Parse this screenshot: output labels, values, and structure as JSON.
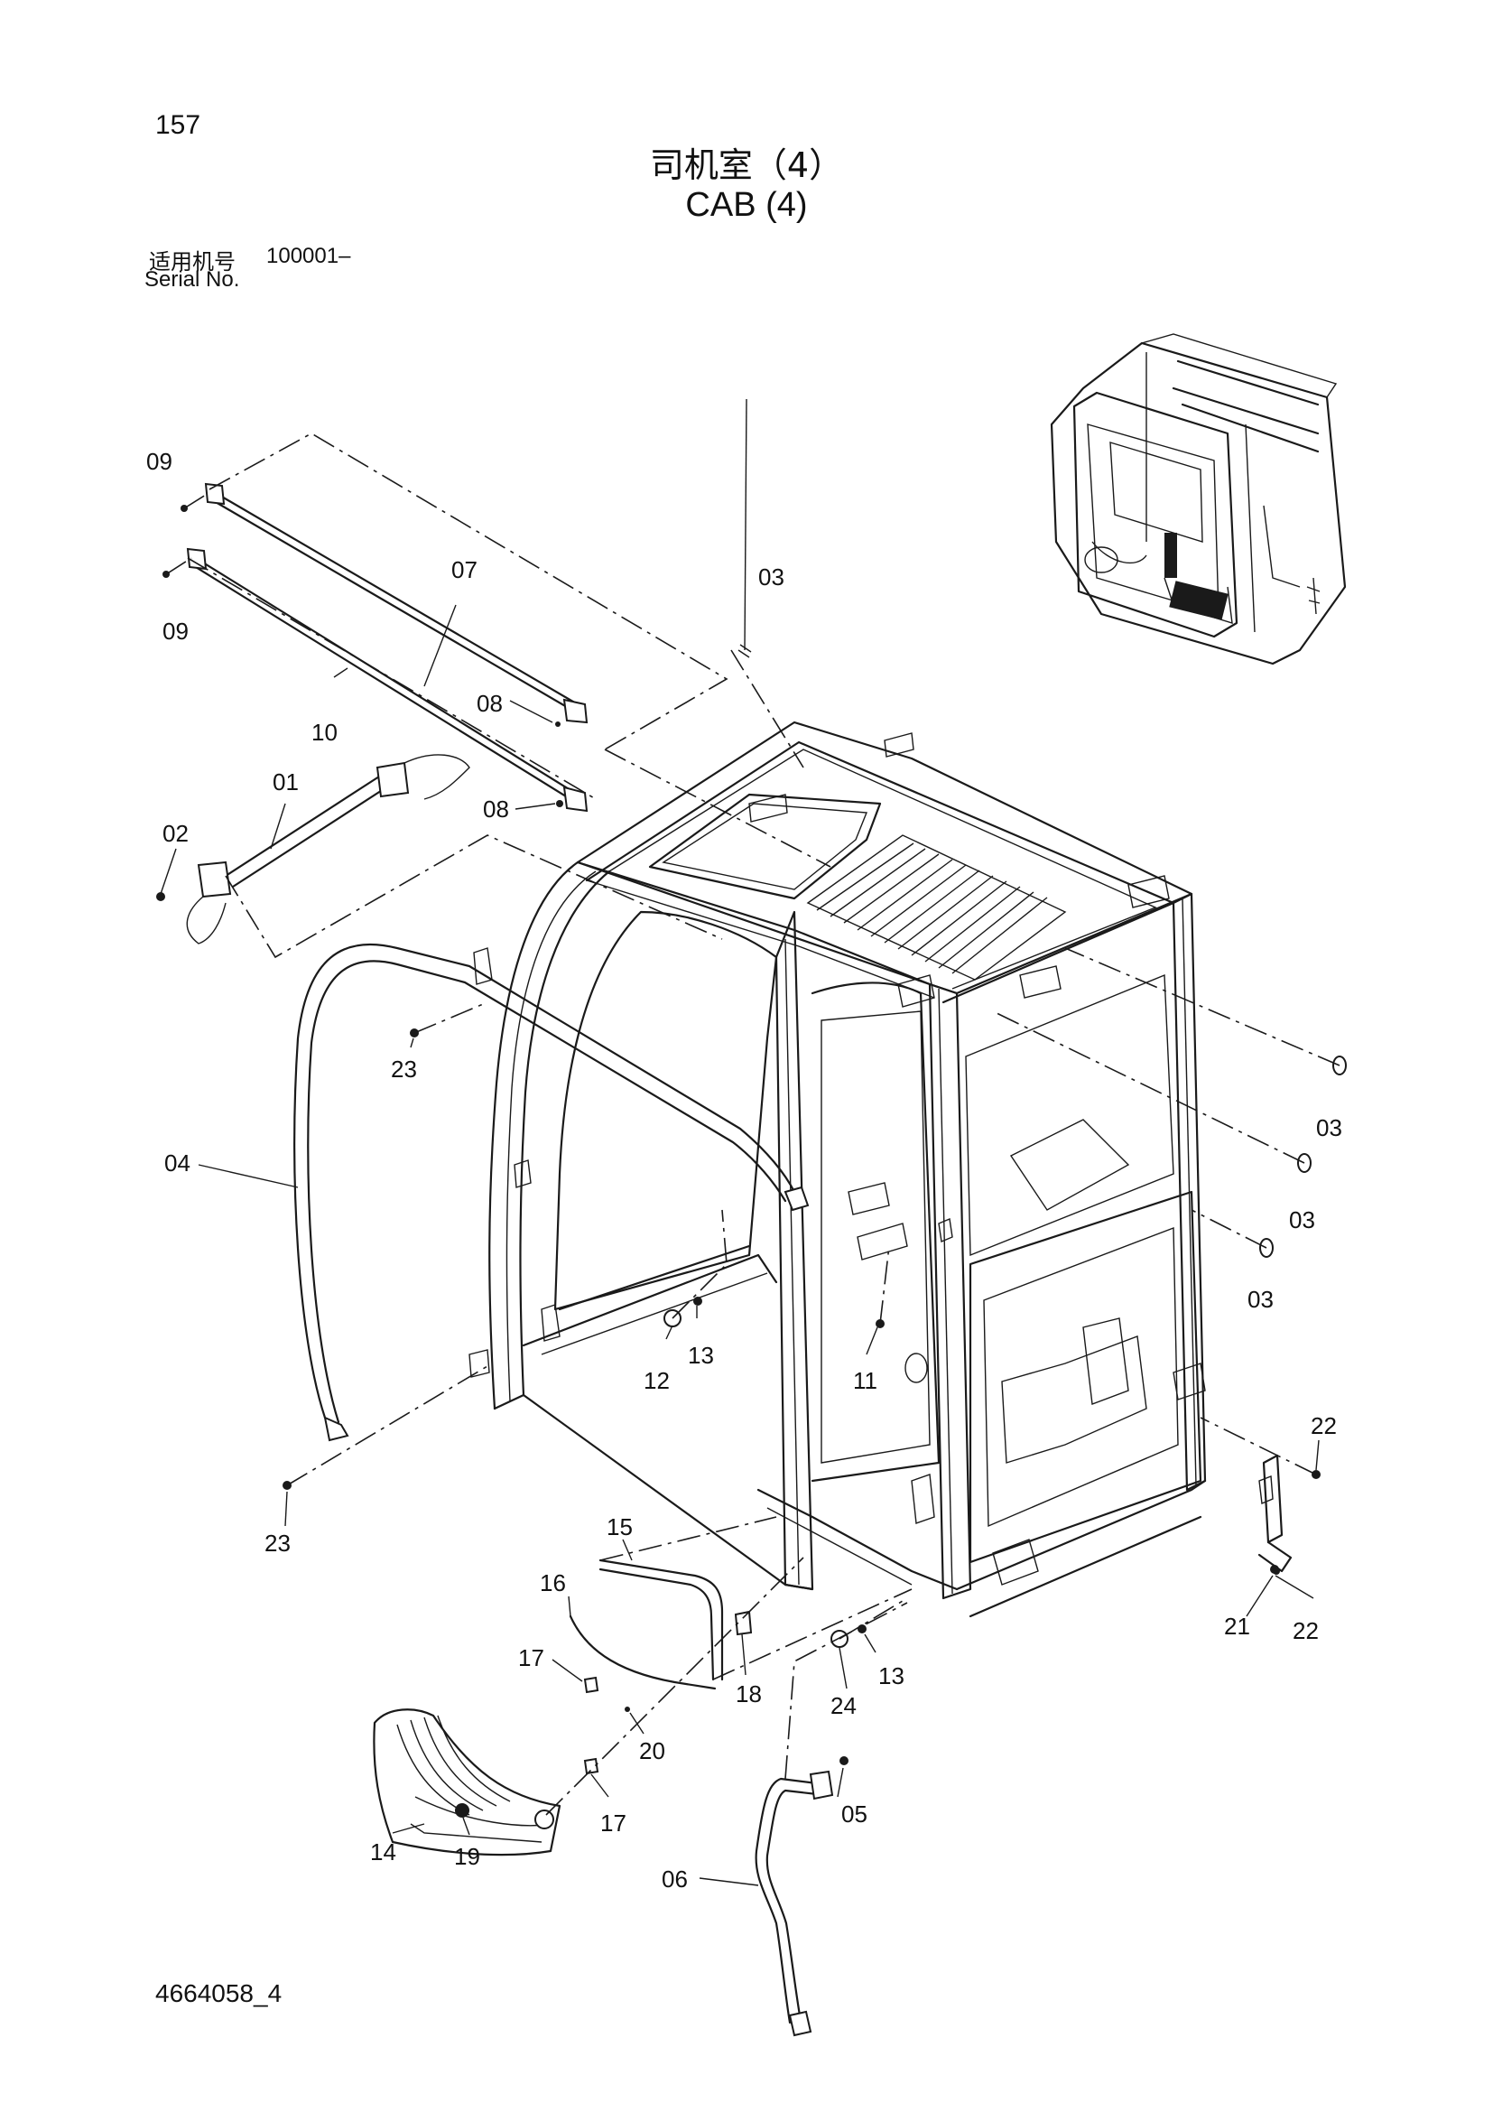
{
  "header": {
    "page_number": "157",
    "title_cn": "司机室（4）",
    "title_en": "CAB (4)",
    "serial_label_cn": "适用机号",
    "serial_value": "100001–",
    "serial_label_en": "Serial No."
  },
  "footer": {
    "drawing_number": "4664058_4"
  },
  "callouts": {
    "c09a": "09",
    "c09b": "09",
    "c07": "07",
    "c10": "10",
    "c08a": "08",
    "c08b": "08",
    "c03top": "03",
    "c01": "01",
    "c02": "02",
    "c23a": "23",
    "c04": "04",
    "c03r1": "03",
    "c03r2": "03",
    "c03r3": "03",
    "c12": "12",
    "c13a": "13",
    "c11": "11",
    "c22a": "22",
    "c23b": "23",
    "c15": "15",
    "c16": "16",
    "c17a": "17",
    "c18": "18",
    "c24": "24",
    "c13b": "13",
    "c21": "21",
    "c22b": "22",
    "c20": "20",
    "c14": "14",
    "c19": "19",
    "c17b": "17",
    "c05": "05",
    "c06": "06"
  }
}
